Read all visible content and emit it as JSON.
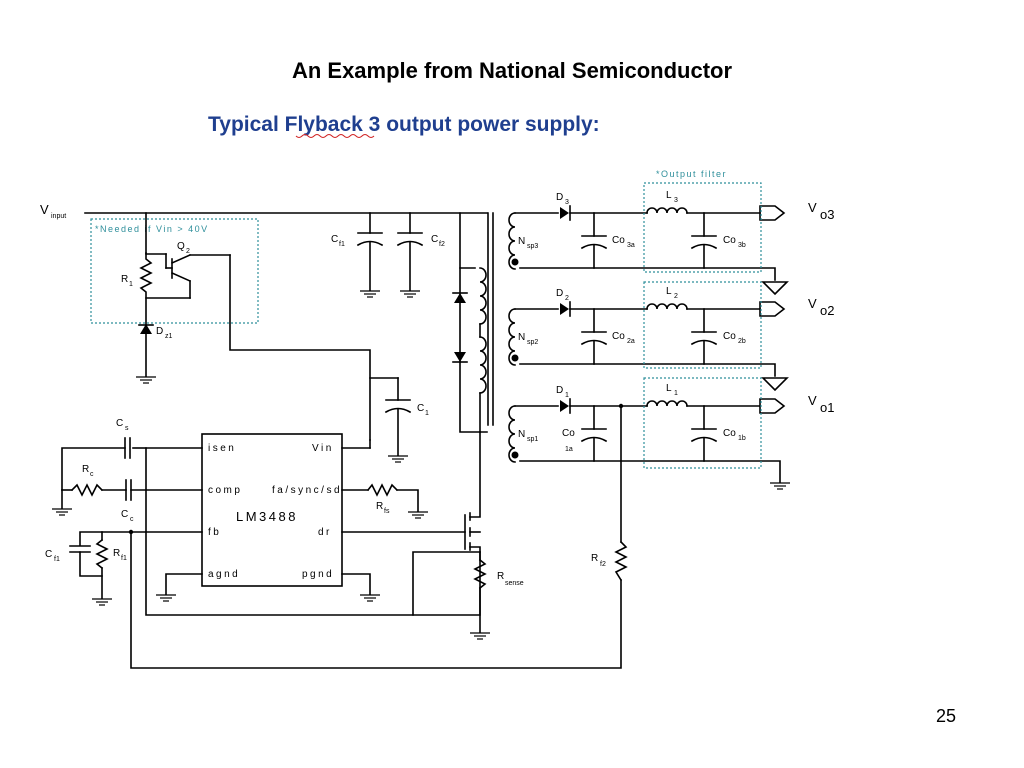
{
  "slide": {
    "title": "An Example from National Semiconductor",
    "subtitle": "Typical Flyback 3 output power supply:",
    "page_number": "25"
  },
  "notes": {
    "needed_if": "*Needed if Vin > 40V",
    "output_filter": "*Output filter"
  },
  "ic": {
    "name": "LM3488",
    "pins": {
      "isen": "isen",
      "comp": "comp",
      "fb": "fb",
      "agnd": "agnd",
      "vin": "Vin",
      "fa_sync_sd": "fa/sync/sd",
      "dr": "dr",
      "pgnd": "pgnd"
    }
  },
  "labels": {
    "v_input": {
      "main": "V",
      "sub": "input"
    },
    "q2": {
      "main": "Q",
      "sub": "2"
    },
    "r1": {
      "main": "R",
      "sub": "1"
    },
    "dz1": {
      "main": "D",
      "sub": "z1"
    },
    "cf1": {
      "main": "C",
      "sub": "f1"
    },
    "cf2": {
      "main": "C",
      "sub": "f2"
    },
    "c1": {
      "main": "C",
      "sub": "1"
    },
    "cs": {
      "main": "C",
      "sub": "s"
    },
    "rc": {
      "main": "R",
      "sub": "c"
    },
    "cc": {
      "main": "C",
      "sub": "c"
    },
    "cfl": {
      "main": "C",
      "sub": "f1"
    },
    "rfl": {
      "main": "R",
      "sub": "f1"
    },
    "rfs": {
      "main": "R",
      "sub": "fs"
    },
    "rsense": {
      "main": "R",
      "sub": "sense"
    },
    "rf2": {
      "main": "R",
      "sub": "f2"
    },
    "nsp3": {
      "main": "N",
      "sub": "sp3"
    },
    "nsp2": {
      "main": "N",
      "sub": "sp2"
    },
    "nsp1": {
      "main": "N",
      "sub": "sp1"
    },
    "d3": {
      "main": "D",
      "sub": "3"
    },
    "d2": {
      "main": "D",
      "sub": "2"
    },
    "d1": {
      "main": "D",
      "sub": "1"
    },
    "l3": {
      "main": "L",
      "sub": "3"
    },
    "l2": {
      "main": "L",
      "sub": "2"
    },
    "l1": {
      "main": "L",
      "sub": "1"
    },
    "co3a": {
      "main": "Co",
      "sub": "3a"
    },
    "co3b": {
      "main": "Co",
      "sub": "3b"
    },
    "co2a": {
      "main": "Co",
      "sub": "2a"
    },
    "co2b": {
      "main": "Co",
      "sub": "2b"
    },
    "co1a": {
      "main": "Co",
      "sub": "1a"
    },
    "co1b": {
      "main": "Co",
      "sub": "1b"
    },
    "vo3": {
      "main": "V",
      "sub": "o3"
    },
    "vo2": {
      "main": "V",
      "sub": "o2"
    },
    "vo1": {
      "main": "V",
      "sub": "o1"
    }
  }
}
